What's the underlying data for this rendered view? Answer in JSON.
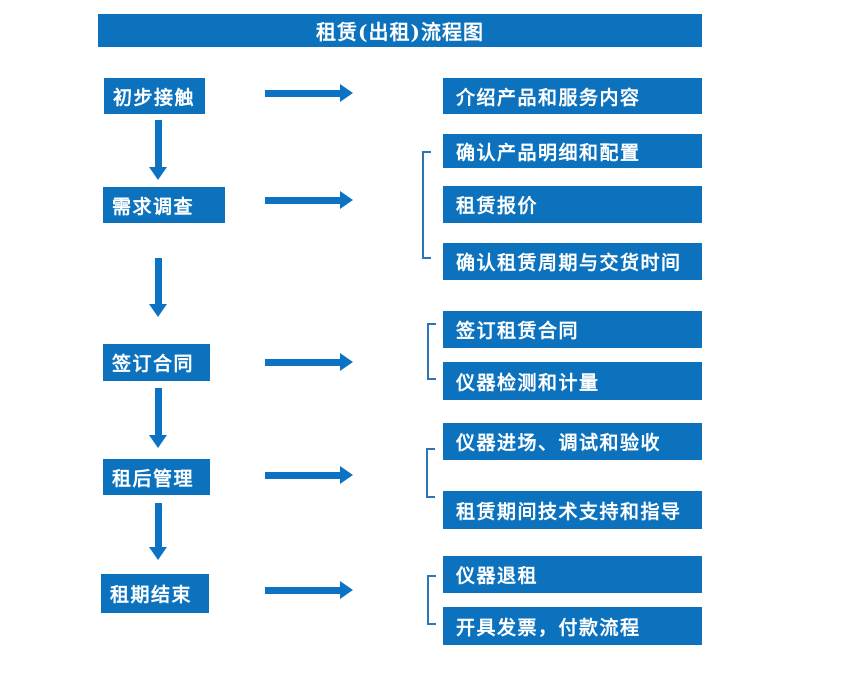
{
  "title": "租赁(出租)流程图",
  "colors": {
    "primary": "#0c72bd",
    "arrow": "#0c73c4",
    "bracket": "#2e75b6",
    "text": "#ffffff",
    "background": "#ffffff"
  },
  "flow": {
    "steps": [
      {
        "label": "初步接触",
        "outputs": [
          "介绍产品和服务内容"
        ]
      },
      {
        "label": "需求调查",
        "outputs": [
          "确认产品明细和配置",
          "租赁报价",
          "确认租赁周期与交货时间"
        ]
      },
      {
        "label": "签订合同",
        "outputs": [
          "签订租赁合同",
          "仪器检测和计量"
        ]
      },
      {
        "label": "租后管理",
        "outputs": [
          "仪器进场、调试和验收",
          "租赁期间技术支持和指导"
        ]
      },
      {
        "label": "租期结束",
        "outputs": [
          "仪器退租",
          "开具发票，付款流程"
        ]
      }
    ]
  }
}
